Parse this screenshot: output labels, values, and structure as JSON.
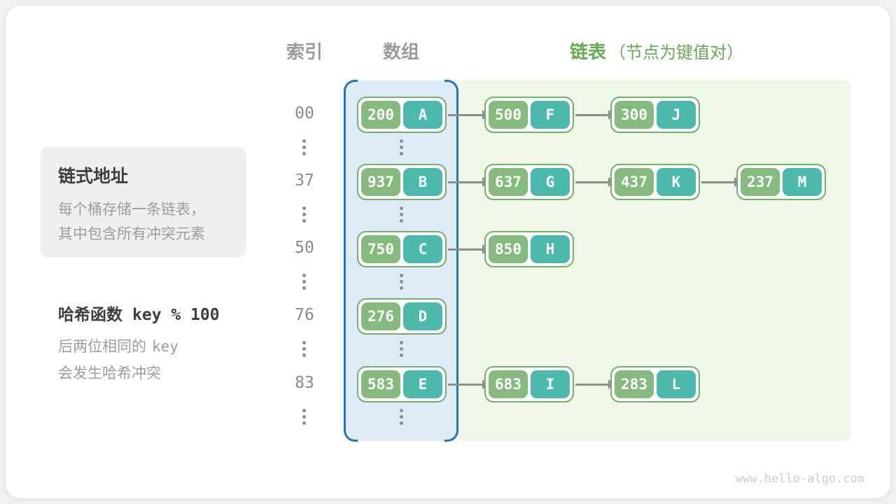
{
  "headers": {
    "index": "索引",
    "array": "数组",
    "list": "链表",
    "list_note": "（节点为键值对）"
  },
  "info_box": {
    "title": "链式地址",
    "line1": "每个桶存储一条链表，",
    "line2": "其中包含所有冲突元素"
  },
  "hash_note": {
    "title": "哈希函数",
    "code": "key % 100",
    "line1_text": "后两位相同的",
    "line1_code": "key",
    "line2": "会发生哈希冲突"
  },
  "rows": [
    {
      "index": "00",
      "bucket": {
        "key": "200",
        "value": "A"
      },
      "chain": [
        {
          "key": "500",
          "value": "F"
        },
        {
          "key": "300",
          "value": "J"
        }
      ]
    },
    {
      "index": "37",
      "bucket": {
        "key": "937",
        "value": "B"
      },
      "chain": [
        {
          "key": "637",
          "value": "G"
        },
        {
          "key": "437",
          "value": "K"
        },
        {
          "key": "237",
          "value": "M"
        }
      ]
    },
    {
      "index": "50",
      "bucket": {
        "key": "750",
        "value": "C"
      },
      "chain": [
        {
          "key": "850",
          "value": "H"
        }
      ]
    },
    {
      "index": "76",
      "bucket": {
        "key": "276",
        "value": "D"
      },
      "chain": []
    },
    {
      "index": "83",
      "bucket": {
        "key": "583",
        "value": "E"
      },
      "chain": [
        {
          "key": "683",
          "value": "I"
        },
        {
          "key": "283",
          "value": "L"
        }
      ]
    }
  ],
  "colors": {
    "key_box_green": "#85b97e",
    "value_box_teal": "#4cb9ac",
    "node_border_green": "#74ae68",
    "array_region_fill": "#dcebf5",
    "array_bracket_blue": "#2176bd",
    "list_region_fill": "#eef6ea",
    "list_header_green": "#69a758",
    "gray_header": "#9a9a9a",
    "arrow_gray": "#8e8e8e"
  },
  "watermark": {
    "text": "www.hello-algo.com"
  }
}
